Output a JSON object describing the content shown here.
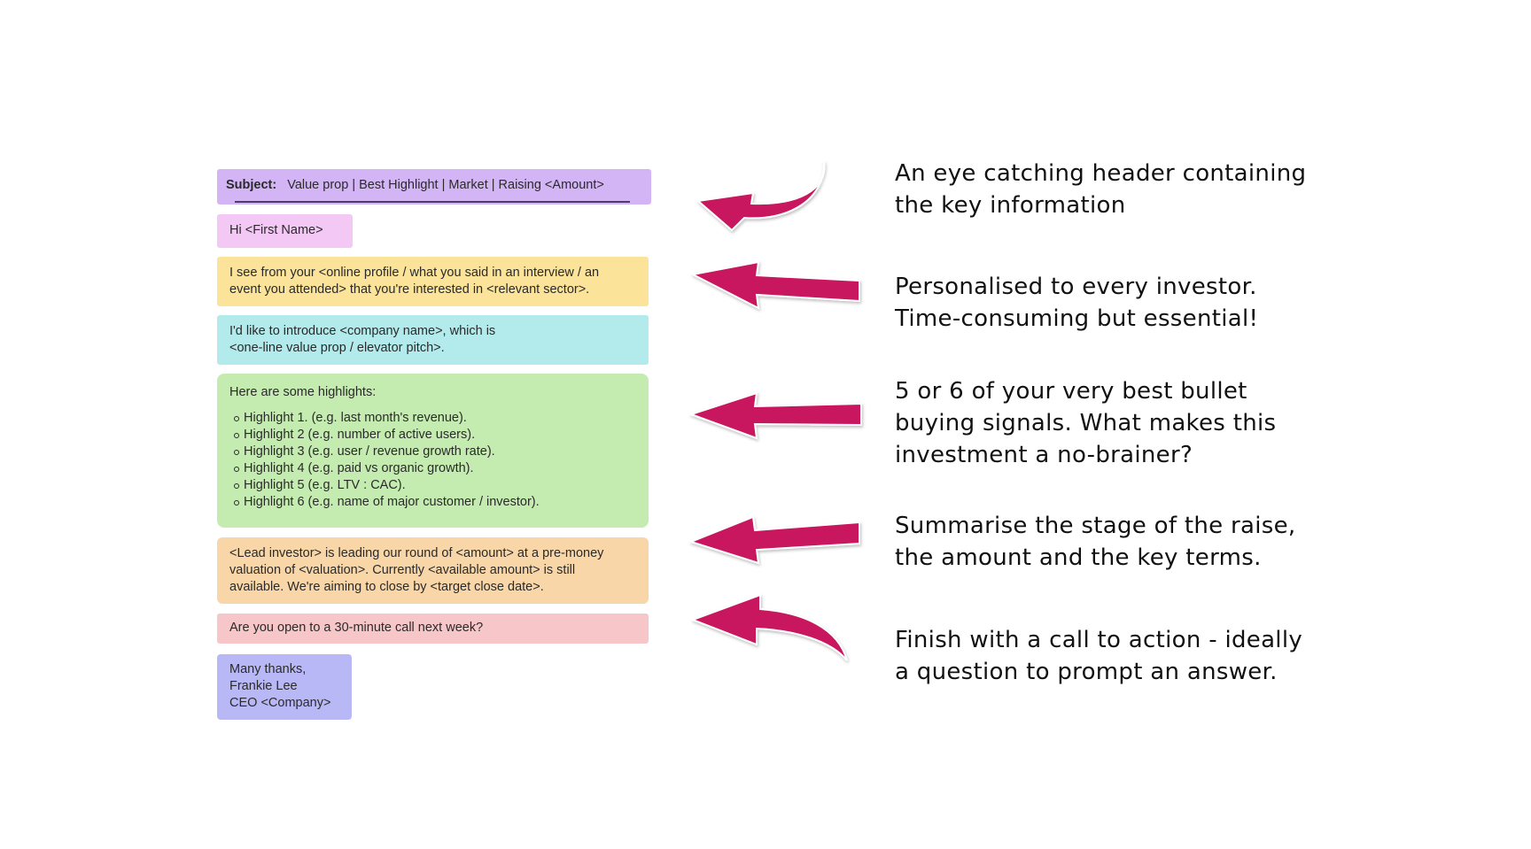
{
  "email": {
    "subject_label": "Subject:",
    "subject_text": "Value prop | Best Highlight | Market | Raising <Amount>",
    "greeting": "Hi <First Name>",
    "personal_lines": [
      "I see from your <online profile / what you said in an interview / an",
      "event you attended> that you're interested in <relevant sector>."
    ],
    "intro_lines": [
      "I'd like to introduce <company name>, which is",
      "<one-line value prop / elevator pitch>."
    ],
    "highlights_heading": "Here are some highlights:",
    "highlights": [
      "Highlight 1. (e.g. last month's revenue).",
      "Highlight 2 (e.g. number of active users).",
      "Highlight 3 (e.g. user / revenue growth rate).",
      "Highlight 4 (e.g. paid vs organic growth).",
      "Highlight 5 (e.g. LTV : CAC).",
      "Highlight 6 (e.g. name of major customer / investor)."
    ],
    "raise_lines": [
      "<Lead investor> is leading our round of <amount> at a pre-money",
      "valuation of <valuation>. Currently <available amount> is still",
      "available.  We're aiming to close by <target close date>."
    ],
    "cta": "Are you open to a 30-minute call next week?",
    "signoff_lines": [
      "Many thanks,",
      "Frankie Lee",
      "CEO <Company>"
    ]
  },
  "notes": [
    {
      "lines": [
        "An eye catching header containing",
        "the key information"
      ]
    },
    {
      "lines": [
        "Personalised to every investor.",
        "Time-consuming but essential!"
      ]
    },
    {
      "lines": [
        "5 or 6 of your very best bullet",
        "buying signals. What makes this",
        "investment a no-brainer?"
      ]
    },
    {
      "lines": [
        "Summarise the stage of the raise,",
        "the amount and the key terms."
      ]
    },
    {
      "lines": [
        "Finish with a call to action - ideally",
        "a question to prompt an answer."
      ]
    }
  ],
  "colors": {
    "arrow": "#c8135f",
    "subject_bg": "#d3b4f5",
    "greeting_bg": "#f3c8f5",
    "personal_bg": "#fbe39a",
    "intro_bg": "#b3eaec",
    "highlights_bg": "#c5ecb0",
    "raise_bg": "#f8d6a8",
    "cta_bg": "#f6c6c8",
    "signoff_bg": "#b9b8f7"
  }
}
